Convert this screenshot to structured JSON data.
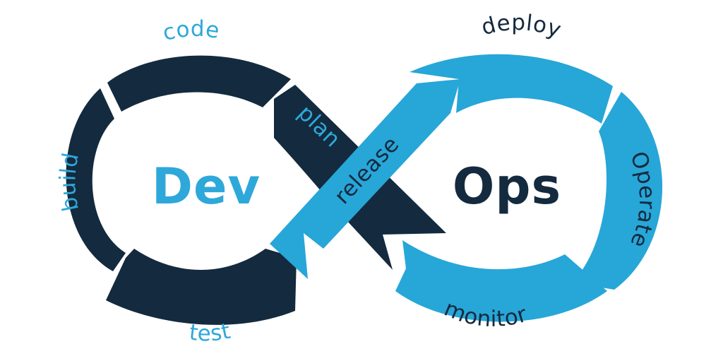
{
  "colors": {
    "dev_navy": "#142a3e",
    "ops_blue": "#27a6d8",
    "background": "#ffffff",
    "label_light": "#2ea8da",
    "label_dark": "#142a3e"
  },
  "center": {
    "dev": "Dev",
    "ops": "Ops"
  },
  "stages": {
    "code": "code",
    "build": "build",
    "test": "test",
    "plan": "plan",
    "release": "release",
    "deploy": "deploy",
    "operate": "Operate",
    "monitor": "monitor"
  }
}
